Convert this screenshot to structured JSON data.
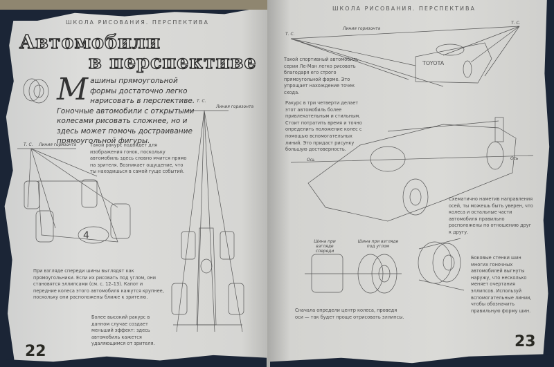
{
  "left_page": {
    "header": "ШКОЛА РИСОВАНИЯ. ПЕРСПЕКТИВА",
    "title_line1": "Автомобили",
    "title_line2": "в перспективе",
    "intro_dropcap": "М",
    "intro_text": "ашины прямоугольной формы достаточно легко нарисовать в перспективе. Гоночные автомобили с открытыми колесами рисовать сложнее, но и здесь может помочь достраивание прямоугольной фигуры.",
    "label_vp1": "Т. С.",
    "label_horizon1": "Линия горизонта",
    "label_vp2": "Т. С.",
    "label_horizon2": "Линия горизонта",
    "caption_front_view": "Такой ракурс подойдет для изображения гонок, поскольку автомобиль здесь словно мчится прямо на зрителя. Возникает ощущение, что ты находишься в самой гуще событий.",
    "caption_tires": "При взгляде спереди шины выглядят как прямоугольники. Если их рисовать под углом, они становятся эллипсами (см. с. 12–13). Капот и передние колеса этого автомобиля кажутся крупнее, поскольку они расположены ближе к зрителю.",
    "caption_high_view": "Более высокий ракурс в данном случае создает меньший эффект: здесь автомобиль кажется удаляющимся от зрителя.",
    "page_number": "22"
  },
  "right_page": {
    "header": "ШКОЛА РИСОВАНИЯ. ПЕРСПЕКТИВА",
    "label_vp_left": "Т. С.",
    "label_horizon": "Линия горизонта",
    "label_vp_right": "Т. С.",
    "car_brand": "TOYOTA",
    "caption_le_mans": "Такой спортивный автомобиль серии Ле-Ман легко рисовать благодаря его строго прямоугольной форме. Это упрощает нахождение точек схода.",
    "caption_three_quarter": "Ракурс в три четверти делает этот автомобиль более привлекательным и стильным. Стоит потратить время и точно определить положение колес с помощью вспомогательных линий. Это придаст рисунку большую достоверность.",
    "label_axis_left": "Ось",
    "label_axis_right": "Ось",
    "caption_axes": "Схематично наметив направления осей, ты можешь быть уверен, что колеса и остальные части автомобиля правильно расположены по отношению друг к другу.",
    "label_tire_front": "Шина при взгляде спереди",
    "label_tire_angle": "Шина при взгляде под углом",
    "caption_wheel_center": "Сначала определи центр колеса, проведя оси — так будет проще отрисовать эллипсы.",
    "caption_sidewalls": "Боковые стенки шин многих гоночных автомобилей выгнуты наружу, что несколько меняет очертания эллипсов. Используй вспомогательные линии, чтобы обозначить правильную форму шин.",
    "page_number": "23"
  }
}
